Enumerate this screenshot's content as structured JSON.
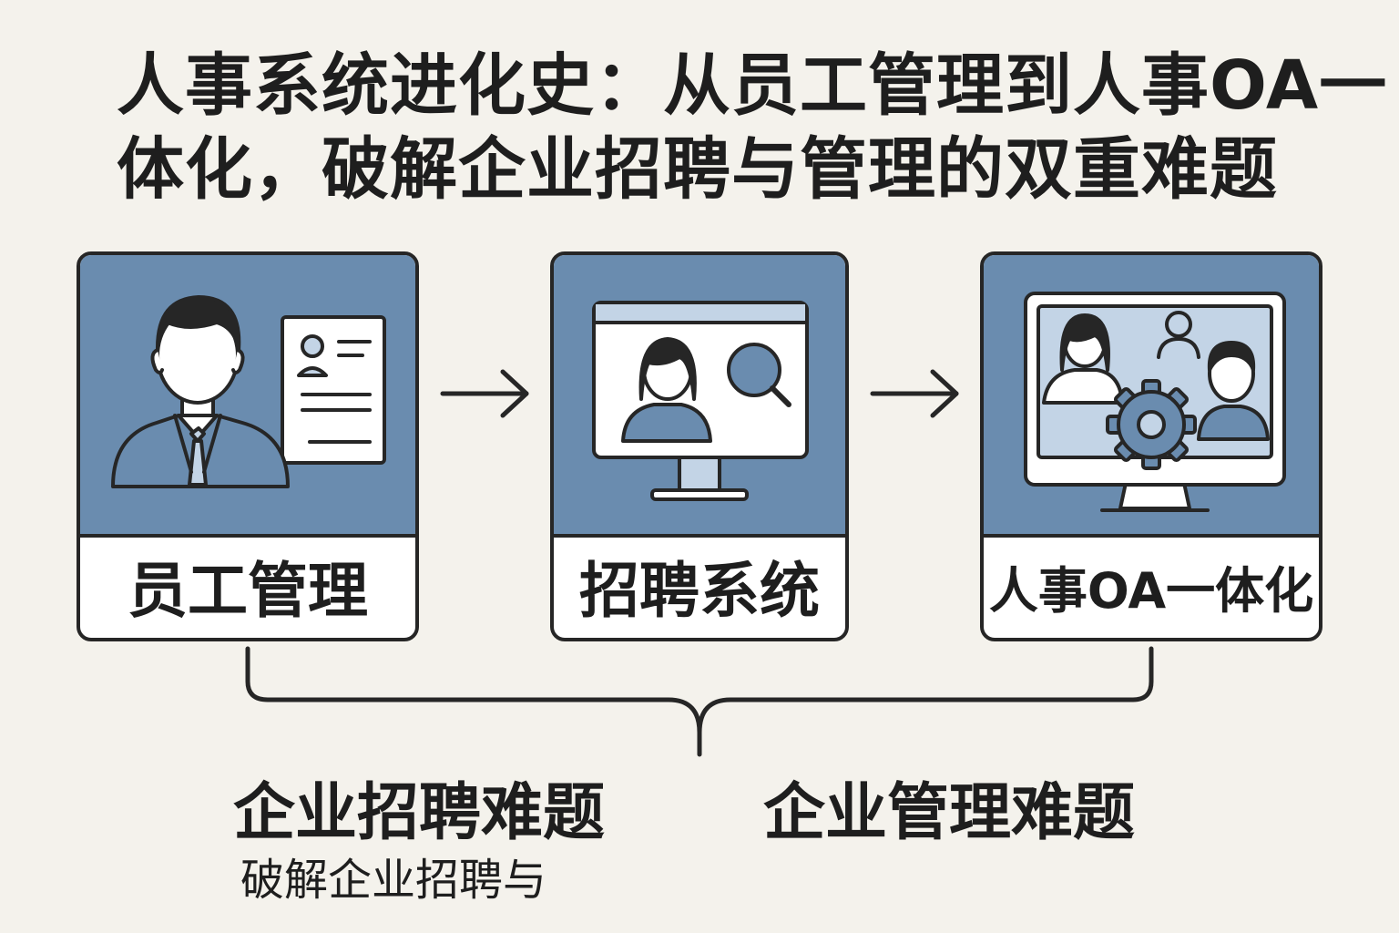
{
  "title": {
    "line1": "人事系统进化史：从员工管理到人事OA一",
    "line2": "体化，破解企业招聘与管理的双重难题"
  },
  "stages": [
    {
      "label": "员工管理",
      "icon": "employee-profile-icon"
    },
    {
      "label": "招聘系统",
      "icon": "recruitment-monitor-icon"
    },
    {
      "label": "人事OA一体化",
      "icon": "oa-team-gear-icon"
    }
  ],
  "problems": {
    "recruit": "企业招聘难题",
    "manage": "企业管理难题",
    "note": "破解企业招聘与"
  },
  "colors": {
    "panel_blue": "#6a8caf",
    "light_blue": "#c3d4e6",
    "outline": "#262626",
    "background": "#f4f2ec"
  }
}
